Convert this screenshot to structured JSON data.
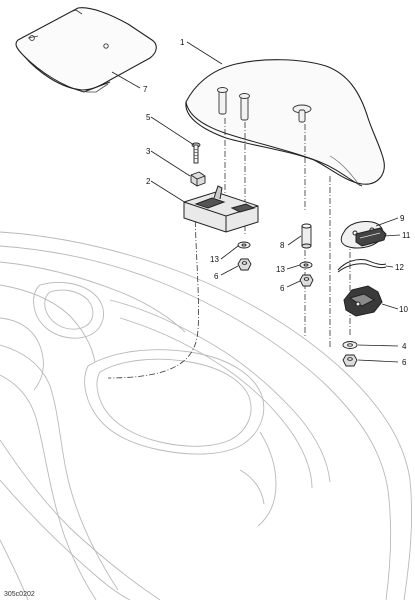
{
  "diagram": {
    "reference_code": "305c0202",
    "callouts": [
      {
        "id": "c1",
        "label": "1"
      },
      {
        "id": "c2",
        "label": "2"
      },
      {
        "id": "c3",
        "label": "3"
      },
      {
        "id": "c4",
        "label": "4"
      },
      {
        "id": "c5",
        "label": "5"
      },
      {
        "id": "c6a",
        "label": "6"
      },
      {
        "id": "c6b",
        "label": "6"
      },
      {
        "id": "c6c",
        "label": "6"
      },
      {
        "id": "c7",
        "label": "7"
      },
      {
        "id": "c8",
        "label": "8"
      },
      {
        "id": "c9",
        "label": "9"
      },
      {
        "id": "c10",
        "label": "10"
      },
      {
        "id": "c11",
        "label": "11"
      },
      {
        "id": "c12",
        "label": "12"
      },
      {
        "id": "c13a",
        "label": "13"
      },
      {
        "id": "c13b",
        "label": "13"
      }
    ]
  }
}
